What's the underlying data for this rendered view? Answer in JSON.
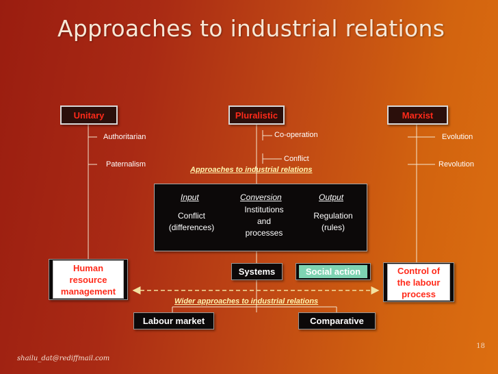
{
  "title": "Approaches to industrial relations",
  "perspectives": {
    "unitary": "Unitary",
    "pluralistic": "Pluralistic",
    "marxist": "Marxist"
  },
  "labels": {
    "authoritarian": "Authoritarian",
    "paternalism": "Paternalism",
    "cooperation": "Co-operation",
    "conflict": "Conflict",
    "evolution": "Evolution",
    "revolution": "Revolution"
  },
  "approaches_caption": "Approaches to industrial relations",
  "core": {
    "input_heading": "Input",
    "conversion_heading": "Conversion",
    "output_heading": "Output",
    "input_line1": "Conflict",
    "input_line2": "(differences)",
    "conversion_line1": "Institutions",
    "conversion_line2": "and",
    "conversion_line3": "processes",
    "output_line1": "Regulation",
    "output_line2": "(rules)"
  },
  "hrm": {
    "line1": "Human",
    "line2": "resource",
    "line3": "management"
  },
  "systems": "Systems",
  "social_action": "Social action",
  "control": {
    "line1": "Control of",
    "line2": "the labour",
    "line3": "process"
  },
  "wider_caption": "Wider approaches to industrial relations",
  "labour_market": "Labour market",
  "comparative": "Comparative",
  "page_number": "18",
  "email": "shailu_dat@rediffmail.com",
  "colors": {
    "accent_text": "#ff2a1a",
    "caption_text": "#fff6b0",
    "social_action_fill": "#7ed3b2"
  }
}
